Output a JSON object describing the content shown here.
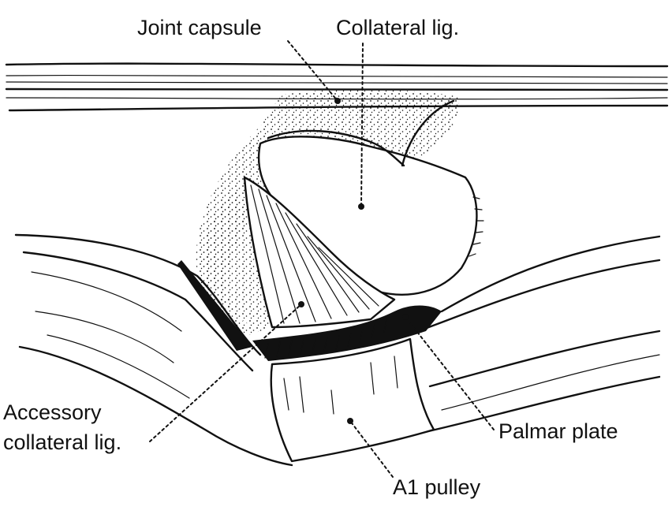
{
  "labels": {
    "joint_capsule": "Joint capsule",
    "collateral_lig": "Collateral lig.",
    "accessory_line1": "Accessory",
    "accessory_line2": "collateral lig.",
    "palmar_plate": "Palmar plate",
    "a1_pulley": "A1 pulley"
  },
  "colors": {
    "ink": "#111111",
    "background": "#ffffff"
  }
}
